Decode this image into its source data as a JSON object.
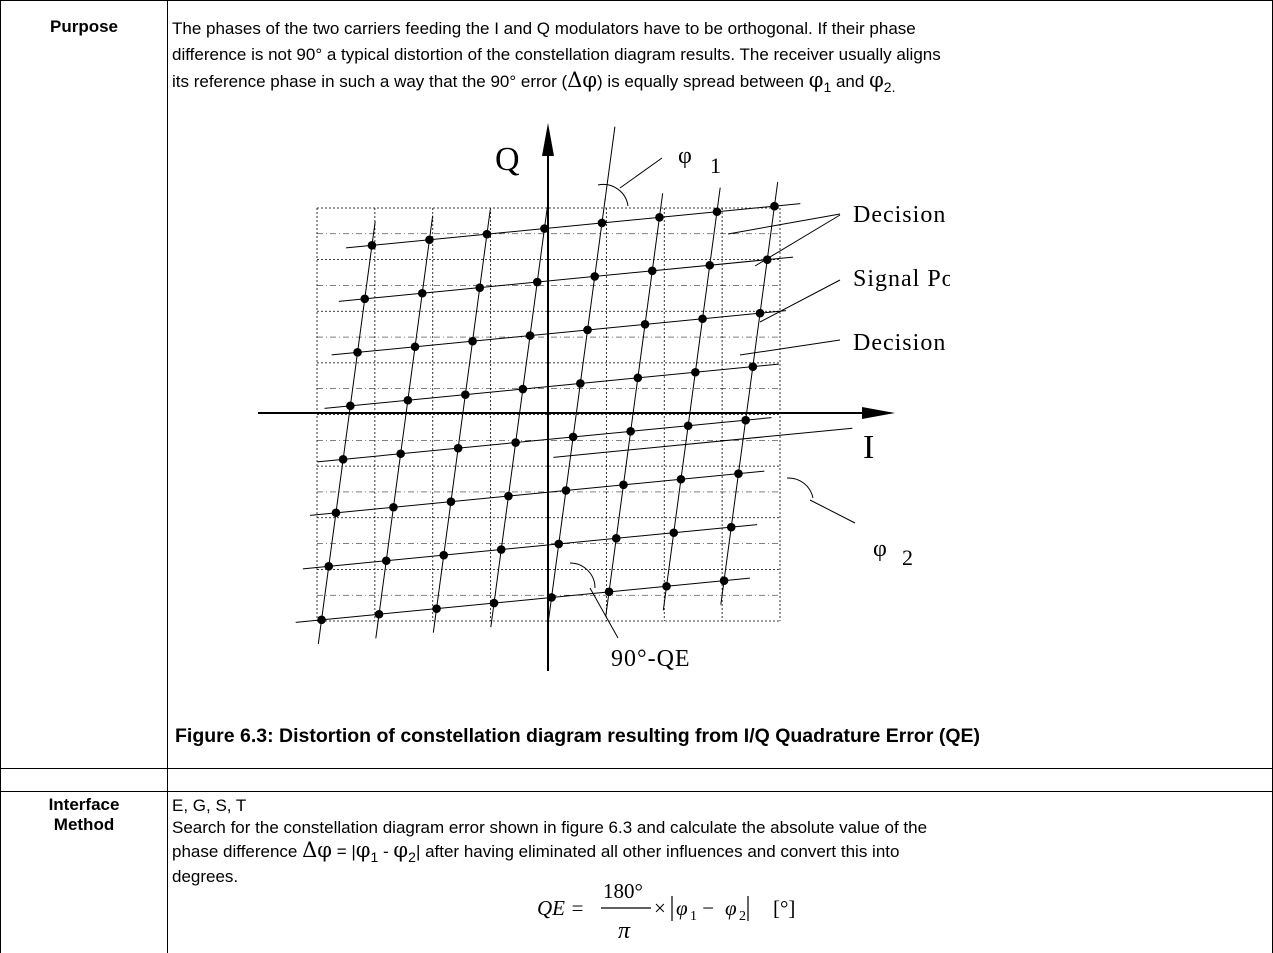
{
  "rows": {
    "purpose": {
      "label": "Purpose",
      "line1": "The phases of the two carriers feeding the I and Q modulators have to be orthogonal. If their phase",
      "line2": "difference is not 90° a typical distortion of the constellation diagram results. The receiver usually aligns",
      "line3_a": "its reference phase in such a way that the 90° error (",
      "line3_dphi": "Δφ",
      "line3_b": ") is equally spread between ",
      "line3_phi": "φ",
      "line3_sub1": "1",
      "line3_and": " and ",
      "line3_sub2": "2.",
      "line3_phi2": "φ"
    },
    "interface": {
      "label": "Interface",
      "value": "E, G, S, T"
    },
    "method": {
      "label": "Method",
      "line1": "Search for the constellation diagram error shown in figure 6.3 and calculate the absolute value of the",
      "line2_a": "phase difference ",
      "line2_dphi": "Δφ",
      "line2_b": " = |",
      "line2_phi": "φ",
      "line2_sub1": "1",
      "line2_c": " - ",
      "line2_sub2": "2",
      "line2_d": "| after having eliminated all other influences and convert this into",
      "line3": "degrees."
    }
  },
  "figure": {
    "axis_q": "Q",
    "axis_i": "I",
    "phi1": "φ",
    "phi1_sub": "1",
    "phi2": "φ",
    "phi2_sub": "2",
    "decision_boundary": "Decision Boundary",
    "signal_point": "Signal Point",
    "decision_boundary_box": "Decision Boundary Box",
    "qe_label": "90°-QE",
    "caption": "Figure 6.3: Distortion of constellation diagram resulting from I/Q Quadrature Error (QE)"
  },
  "formula": {
    "lhs": "QE =",
    "numerator": "180°",
    "denominator": "π",
    "times": "×",
    "abs_open": "|",
    "phi1": "φ",
    "sub1": "1",
    "minus": " − ",
    "phi2": "φ",
    "sub2": "2",
    "abs_close": "|",
    "unit": "[°]"
  },
  "colors": {
    "line": "#000000",
    "grid_dash": "#000000",
    "point": "#000000"
  }
}
